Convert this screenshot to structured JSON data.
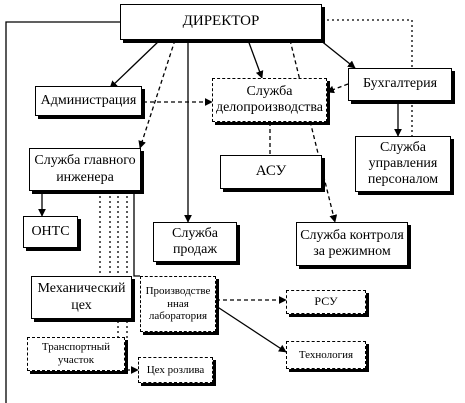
{
  "boxes": {
    "director": "ДИРЕКТОР",
    "administration": "Администрация",
    "records_service": "Служба\nделопроизводства",
    "accounting": "Бухгалтерия",
    "chief_engineer": "Служба главного\nинженера",
    "asu": "АСУ",
    "hr_service": "Служба\nуправления\nперсоналом",
    "onts": "ОНТС",
    "sales": "Служба\nпродаж",
    "regime_control": "Служба контроля\nза режимном",
    "mech_shop": "Механический\nцех",
    "production_lab": "Производстве\nнная\nлаборатория",
    "rsu": "РСУ",
    "transport": "Транспортный\nучасток",
    "bottling_shop": "Цех розлива",
    "technology": "Технология"
  }
}
